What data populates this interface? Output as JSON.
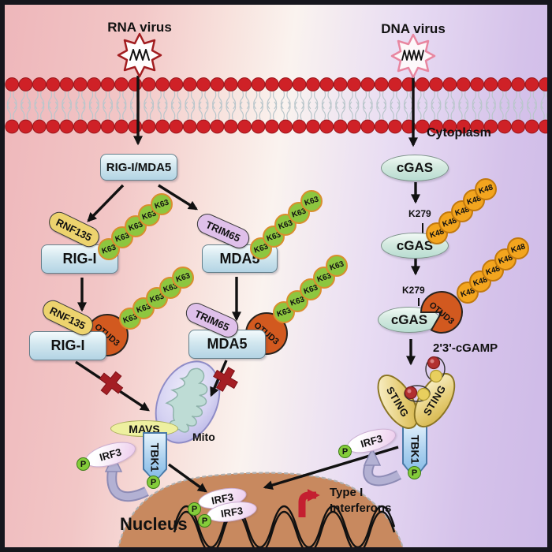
{
  "title": "Viral nucleic-acid sensing pathway diagram: OTUD3 removes ubiquitin chains from RIG-I, MDA5 and cGAS",
  "labels": {
    "rna_virus": "RNA virus",
    "dna_virus": "DNA virus",
    "cytoplasm": "Cytoplasm",
    "sensor_box": "RIG-I/MDA5",
    "rig1": "RIG-I",
    "mda5": "MDA5",
    "rnf135": "RNF135",
    "trim65": "TRIM65",
    "otud3": "OTUD3",
    "k63": "K63",
    "k48": "K48",
    "k279": "K279",
    "cgas": "cGAS",
    "cgamp": "2'3'-cGAMP",
    "sting": "STING",
    "tbk1": "TBK1",
    "mavs": "MAVS",
    "mito": "Mito",
    "irf3": "IRF3",
    "p": "P",
    "nucleus": "Nucleus",
    "type1_line1": "Type I",
    "type1_line2": "Interferons"
  },
  "pathway_facts": {
    "k63_chain_length": 5,
    "k48_chain_length": 5,
    "k63_chains": 4,
    "k48_chains": 2,
    "cgas_ubiquitination_site": "K279",
    "blocked_steps": [
      "RIG-I to MAVS",
      "MDA5 to MAVS"
    ]
  },
  "colors": {
    "membrane_red": "#cf2127",
    "k63_green": "#8dc63f",
    "k48_orange": "#f3a51e",
    "otud3_orange": "#d2591f",
    "rnf135_yellow": "#edd36e",
    "trim65_purple": "#dfc0ea",
    "sensor_box_blue": "#b3d4e4",
    "cgas_teal": "#b9ddd2",
    "sting_gold": "#e5cc74",
    "tbk1_blue": "#7fb8e6",
    "mavs_yellow": "#eef0a0",
    "irf3_pink": "#eccaec",
    "phospho_green": "#84cc3a",
    "nucleus_brown": "#c8895f",
    "block_cross_red": "#a41e24",
    "ifn_arrow_red": "#c41f30",
    "bg_left_pink": "#eeb6ba",
    "bg_right_lavender": "#cdb9e7"
  }
}
